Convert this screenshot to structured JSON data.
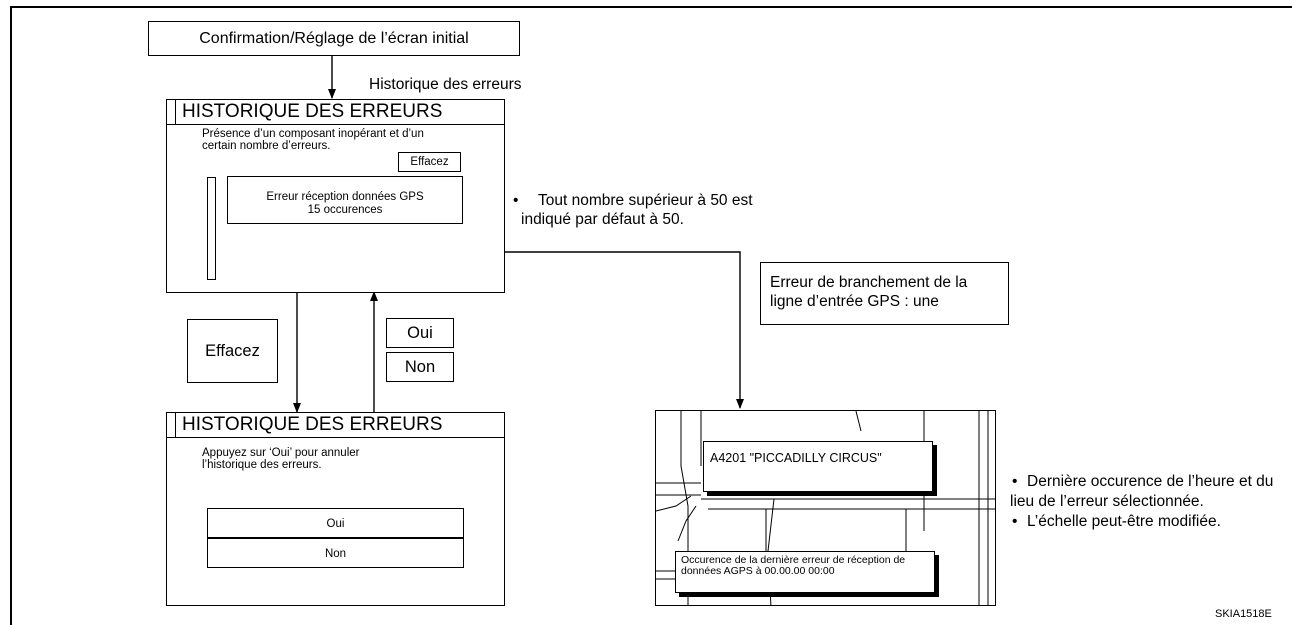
{
  "start_box": "Confirmation/Réglage de l’écran initial",
  "arrow_label": "Historique des erreurs",
  "screen1": {
    "title": "HISTORIQUE DES ERREURS",
    "description": "Présence d’un composant inopérant et d’un certain nombre d’erreurs.",
    "clear_button": "Effacez",
    "list_item_line1": "Erreur réception données GPS",
    "list_item_line2": "15 occurences"
  },
  "note_limit": [
    "Tout nombre supérieur à 50 est",
    "indiqué par défaut à 50."
  ],
  "action_clear": "Effacez",
  "action_yes": "Oui",
  "action_no": "Non",
  "screen2": {
    "title": "HISTORIQUE DES ERREURS",
    "description": "Appuyez sur ‘Oui’ pour annuler l’historique des erreurs.",
    "yes_button": "Oui",
    "no_button": "Non"
  },
  "note_gps": "Erreur de branchement de la ligne d’entrée GPS : une",
  "map": {
    "location_label": "A4201 \"PICCADILLY CIRCUS\"",
    "info_text": "Occurence de la dernière erreur de réception de données AGPS à 00.00.00 00:00"
  },
  "notes_right": [
    "Dernière occurence de l’heure et du lieu de l’erreur sélectionnée.",
    "L’échelle peut-être modifiée."
  ],
  "figure_code": "SKIA1518E"
}
